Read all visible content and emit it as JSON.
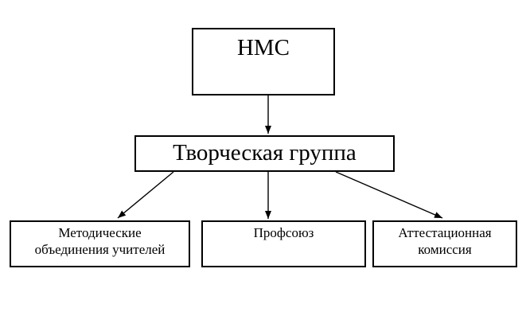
{
  "diagram": {
    "colors": {
      "background": "#ffffff",
      "box_border": "#000000",
      "text": "#000000",
      "arrow": "#000000"
    },
    "nodes": {
      "nms": {
        "label": "НМС"
      },
      "creative_group": {
        "label": "Творческая группа"
      },
      "method_assoc": {
        "label": "Методические объединения учителей",
        "lines": [
          "Методические",
          "объединения учителей"
        ]
      },
      "trade_union": {
        "label": "Профсоюз",
        "lines": [
          "Профсоюз"
        ]
      },
      "attestation": {
        "label": "Аттестационная комиссия",
        "lines": [
          "Аттестационная",
          "комиссия"
        ]
      }
    },
    "edges": [
      {
        "from": "nms",
        "to": "creative_group"
      },
      {
        "from": "creative_group",
        "to": "method_assoc"
      },
      {
        "from": "creative_group",
        "to": "trade_union"
      },
      {
        "from": "creative_group",
        "to": "attestation"
      }
    ]
  }
}
